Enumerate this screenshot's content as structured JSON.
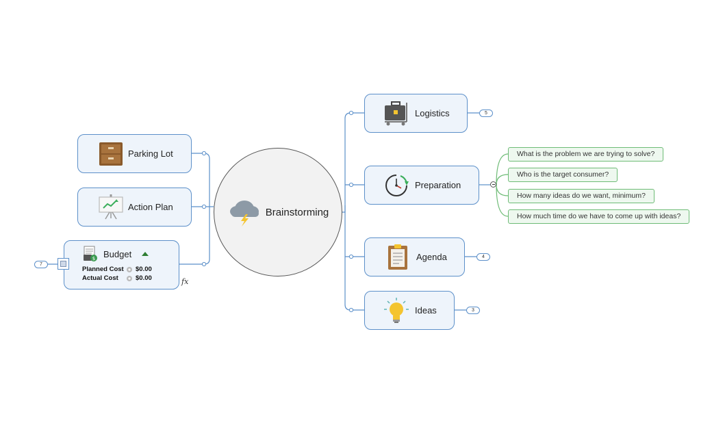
{
  "central": {
    "label": "Brainstorming",
    "icon": "storm-cloud-icon"
  },
  "left_branches": {
    "parking_lot": {
      "label": "Parking Lot",
      "icon": "filing-cabinet-icon"
    },
    "action_plan": {
      "label": "Action Plan",
      "icon": "presentation-board-icon"
    },
    "budget": {
      "label": "Budget",
      "icon": "budget-sheet-icon",
      "planned_cost_label": "Planned Cost",
      "planned_cost_value": "$0.00",
      "actual_cost_label": "Actual Cost",
      "actual_cost_value": "$0.00",
      "formula_mark": "fx",
      "count": "7"
    }
  },
  "right_branches": {
    "logistics": {
      "label": "Logistics",
      "icon": "briefcase-cart-icon",
      "count": "5"
    },
    "preparation": {
      "label": "Preparation",
      "icon": "clock-icon",
      "subtopics": [
        "What is the problem we are trying to solve?",
        "Who is the target consumer?",
        "How many ideas do we want, minimum?",
        "How much time do we have to come up with ideas?"
      ]
    },
    "agenda": {
      "label": "Agenda",
      "icon": "clipboard-icon",
      "count": "4"
    },
    "ideas": {
      "label": "Ideas",
      "icon": "lightbulb-icon",
      "count": "3"
    }
  },
  "colors": {
    "branch": "#5b8fc9",
    "subtopic": "#6dbb75",
    "node_fill": "#eef4fb"
  }
}
